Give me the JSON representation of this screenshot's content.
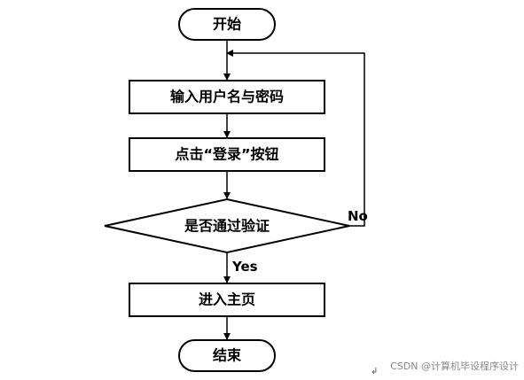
{
  "nodes": {
    "start": "开始",
    "input": "输入用户名与密码",
    "click": "点击“登录”按钮",
    "decision": "是否通过验证",
    "enter": "进入主页",
    "end": "结束"
  },
  "edges": {
    "no": "No",
    "yes": "Yes"
  },
  "watermark": "CSDN @计算机毕设程序设计",
  "return_mark": "↲"
}
